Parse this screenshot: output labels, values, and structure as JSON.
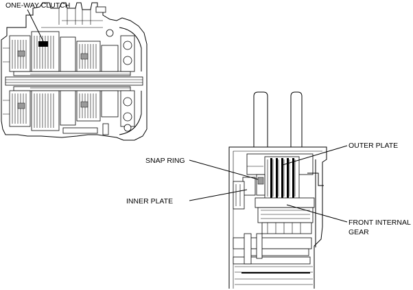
{
  "figure": {
    "callouts": {
      "one_way_clutch": "ONE-WAY CLUTCH",
      "snap_ring": "SNAP RING",
      "inner_plate": "INNER PLATE",
      "outer_plate": "OUTER PLATE",
      "front_internal_gear_line1": "FRONT INTERNAL",
      "front_internal_gear_line2": "GEAR"
    }
  }
}
